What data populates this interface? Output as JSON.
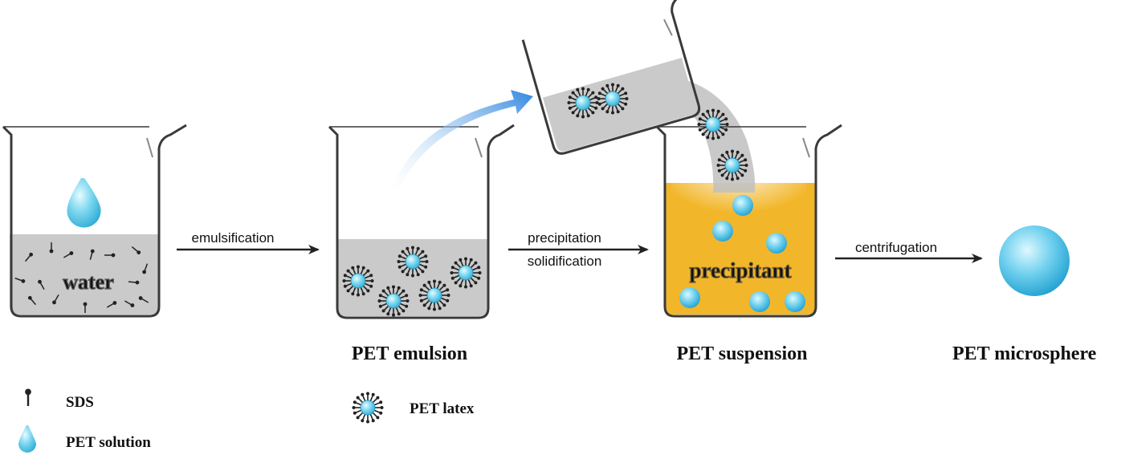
{
  "labels": {
    "water": "water",
    "precipitant": "precipitant",
    "pet_emulsion": "PET emulsion",
    "pet_suspension": "PET suspension",
    "pet_microsphere": "PET microsphere"
  },
  "arrows": {
    "step1": "emulsification",
    "step2_line1": "precipitation",
    "step2_line2": "solidification",
    "step3": "centrifugation"
  },
  "legend": {
    "sds": "SDS",
    "pet_solution": "PET solution",
    "pet_latex": "PET latex"
  },
  "colors": {
    "liquid_gray": "#c9cac9",
    "precipitant_orange": "#f2b62a",
    "droplet_blue": "#4fc6e8",
    "beaker_outline": "#3a3a3a",
    "arrow_blue": "#3c8fe0"
  }
}
